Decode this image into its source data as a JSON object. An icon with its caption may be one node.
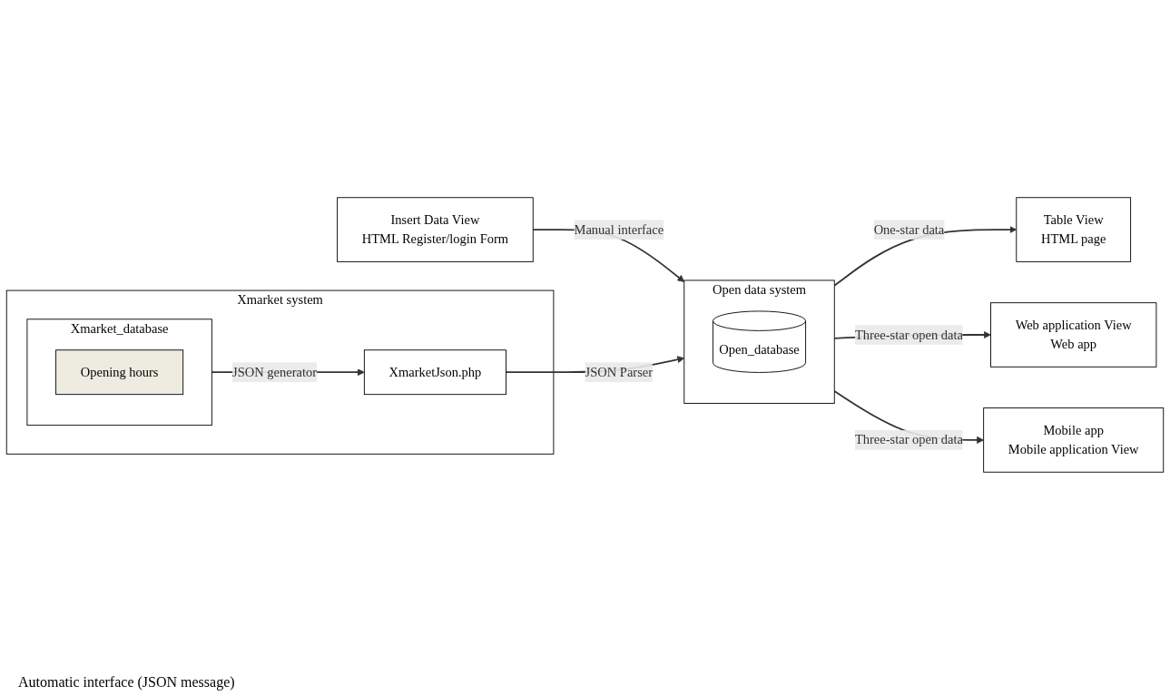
{
  "diagram": {
    "nodes": [
      {
        "text": [
          "Open data system"
        ]
      },
      {
        "text": [
          "Open_database"
        ],
        "in": 0
      },
      {
        "text": [
          "Insert Data View",
          "HTML Register/login Form"
        ]
      },
      {
        "text": [
          "Table View",
          "HTML page"
        ]
      },
      {
        "text": [
          "Web application View",
          "Web app"
        ]
      },
      {
        "text": [
          "Xmarket system"
        ]
      },
      {
        "text": [
          "Xmarket_database"
        ],
        "in": 5
      },
      {
        "text": [
          "Opening hours"
        ],
        "in": 6
      },
      {
        "text": [
          "XmarketJson.php"
        ],
        "in": 5
      },
      {
        "text": [
          "Mobile app",
          "Mobile application View"
        ]
      }
    ],
    "edges": [
      {
        "from": 2,
        "to": 0,
        "arrow": "to",
        "label": "Manual interface"
      },
      {
        "from": 0,
        "to": 3,
        "arrow": "to",
        "label": "One-star data"
      },
      {
        "from": 0,
        "to": 4,
        "arrow": "to",
        "label": "Three-star open data"
      },
      {
        "from": 0,
        "to": 9,
        "arrow": "to",
        "label": "Three-star open data"
      },
      {
        "from": 6,
        "to": 8,
        "arrow": "to",
        "label": "JSON generator"
      },
      {
        "from": 8,
        "to": 0,
        "arrow": "to",
        "label": "JSON Parser"
      }
    ],
    "labels": [
      "Automatic interface (JSON message)"
    ]
  }
}
